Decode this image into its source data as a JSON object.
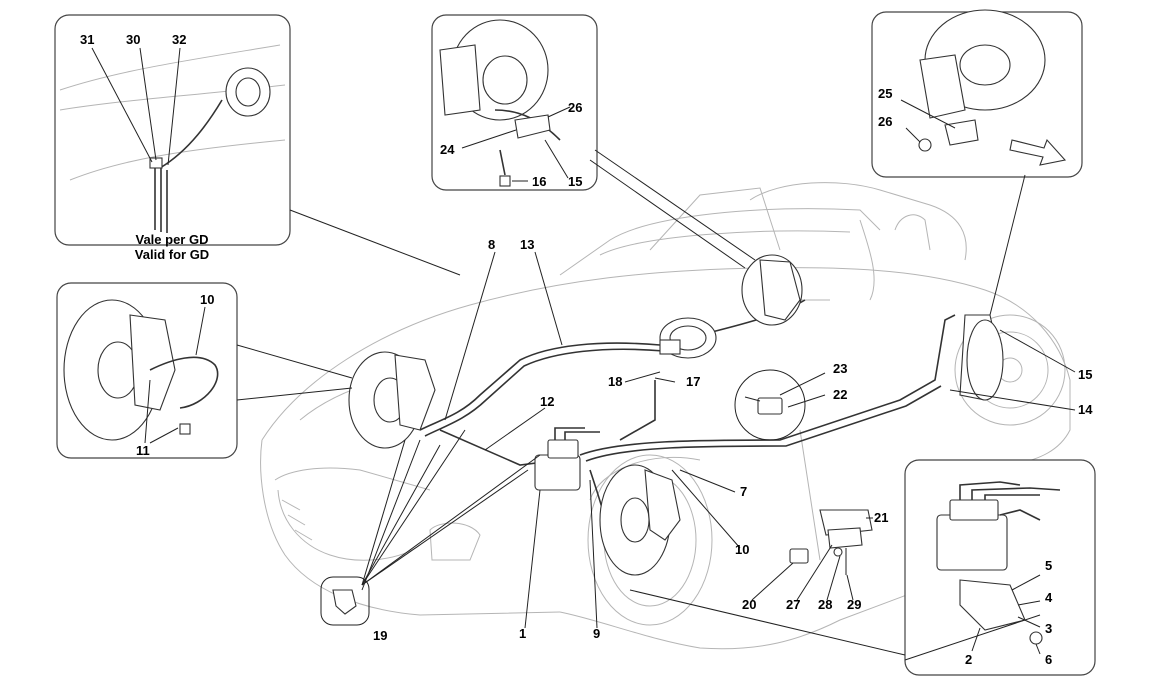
{
  "note": {
    "line1": "Vale per GD",
    "line2": "Valid for GD"
  },
  "callouts": [
    "31",
    "30",
    "32",
    "26",
    "24",
    "16",
    "15",
    "25",
    "26",
    "8",
    "13",
    "10",
    "11",
    "12",
    "18",
    "17",
    "23",
    "22",
    "15",
    "14",
    "7",
    "10",
    "21",
    "1",
    "9",
    "20",
    "27",
    "28",
    "29",
    "5",
    "4",
    "3",
    "2",
    "6",
    "19"
  ]
}
